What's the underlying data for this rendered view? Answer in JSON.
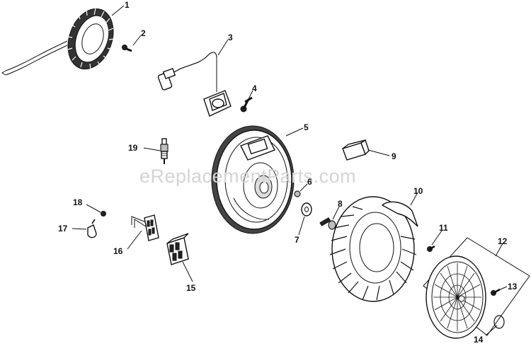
{
  "watermark": "eReplacementParts.com",
  "callouts": [
    {
      "id": "1",
      "label": "1"
    },
    {
      "id": "2",
      "label": "2"
    },
    {
      "id": "3",
      "label": "3"
    },
    {
      "id": "4",
      "label": "4"
    },
    {
      "id": "5",
      "label": "5"
    },
    {
      "id": "6",
      "label": "6"
    },
    {
      "id": "7",
      "label": "7"
    },
    {
      "id": "8",
      "label": "8"
    },
    {
      "id": "9",
      "label": "9"
    },
    {
      "id": "10",
      "label": "10"
    },
    {
      "id": "11",
      "label": "11"
    },
    {
      "id": "12",
      "label": "12"
    },
    {
      "id": "13",
      "label": "13"
    },
    {
      "id": "14",
      "label": "14"
    },
    {
      "id": "15",
      "label": "15"
    },
    {
      "id": "16",
      "label": "16"
    },
    {
      "id": "17",
      "label": "17"
    },
    {
      "id": "18",
      "label": "18"
    },
    {
      "id": "19",
      "label": "19"
    }
  ]
}
